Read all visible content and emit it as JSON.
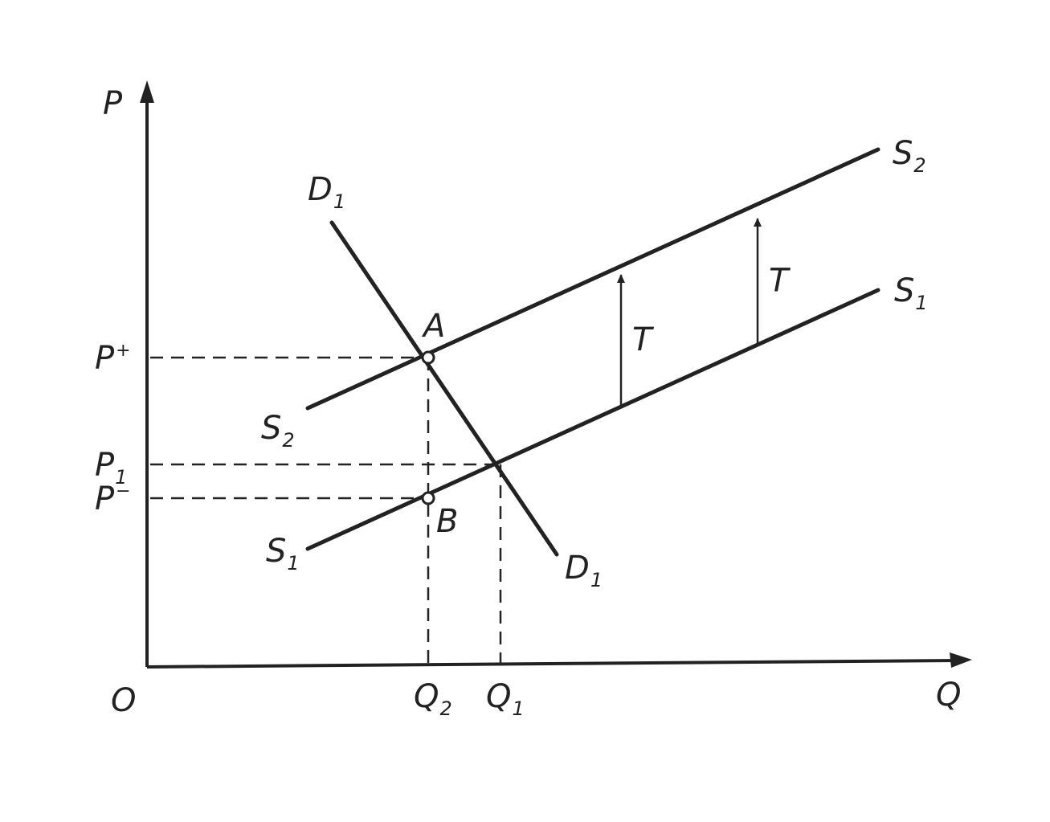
{
  "chart_data": {
    "type": "line",
    "title": "",
    "colors": {
      "ink": "#222222",
      "background": "#ffffff"
    },
    "axes": {
      "y": {
        "label": "P"
      },
      "x": {
        "label": "Q"
      },
      "origin_label": "O"
    },
    "xlim": [
      0,
      10
    ],
    "ylim": [
      0,
      10
    ],
    "grid": false,
    "legend": "none",
    "series": [
      {
        "key": "demand",
        "label_main": "D",
        "label_sub": "1",
        "x": [
          2.3,
          5.1
        ],
        "y": [
          7.9,
          2.0
        ]
      },
      {
        "key": "supply2",
        "label_main": "S",
        "label_sub": "2",
        "x": [
          2.0,
          9.1
        ],
        "y": [
          4.6,
          9.2
        ]
      },
      {
        "key": "supply1",
        "label_main": "S",
        "label_sub": "1",
        "x": [
          2.0,
          9.1
        ],
        "y": [
          2.1,
          6.7
        ]
      }
    ],
    "tax_arrows": [
      {
        "label": "T",
        "x": 5.9,
        "from_y": 4.6,
        "to_y": 7.0
      },
      {
        "label": "T",
        "x": 7.6,
        "from_y": 5.7,
        "to_y": 8.0
      }
    ],
    "points": [
      {
        "key": "A",
        "label": "A",
        "x": 3.5,
        "y": 5.5,
        "marker": "open"
      },
      {
        "key": "B",
        "label": "B",
        "x": 3.5,
        "y": 3.0,
        "marker": "open"
      },
      {
        "key": "E",
        "label": "",
        "x": 4.4,
        "y": 3.6,
        "marker": "none"
      }
    ],
    "guides": [
      {
        "kind": "h",
        "y": 5.5,
        "to_x": 3.5,
        "label_main": "P",
        "label_sup": "+",
        "label_sub": ""
      },
      {
        "kind": "h",
        "y": 3.6,
        "to_x": 4.4,
        "label_main": "P",
        "label_sup": "",
        "label_sub": "1"
      },
      {
        "kind": "h",
        "y": 3.0,
        "to_x": 3.5,
        "label_main": "P",
        "label_sup": "−",
        "label_sub": ""
      },
      {
        "kind": "v",
        "x": 3.5,
        "to_y": 5.5,
        "label_main": "Q",
        "label_sub": "2"
      },
      {
        "kind": "v",
        "x": 4.4,
        "to_y": 3.6,
        "label_main": "Q",
        "label_sub": "1"
      }
    ]
  }
}
